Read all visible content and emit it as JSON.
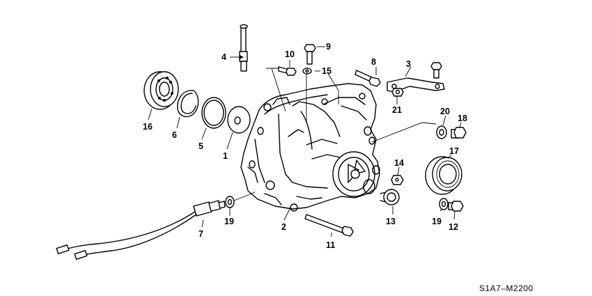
{
  "diagram_code": "S1A7–M2200",
  "callouts": {
    "c1": "1",
    "c2": "2",
    "c3": "3",
    "c4": "4",
    "c5": "5",
    "c6": "6",
    "c7": "7",
    "c8": "8",
    "c9": "9",
    "c10": "10",
    "c11": "11",
    "c12": "12",
    "c13": "13",
    "c14": "14",
    "c15": "15",
    "c16": "16",
    "c17": "17",
    "c18": "18",
    "c19a": "19",
    "c19b": "19",
    "c20": "20",
    "c21": "21"
  },
  "colors": {
    "line": "#000000",
    "background": "#ffffff"
  }
}
